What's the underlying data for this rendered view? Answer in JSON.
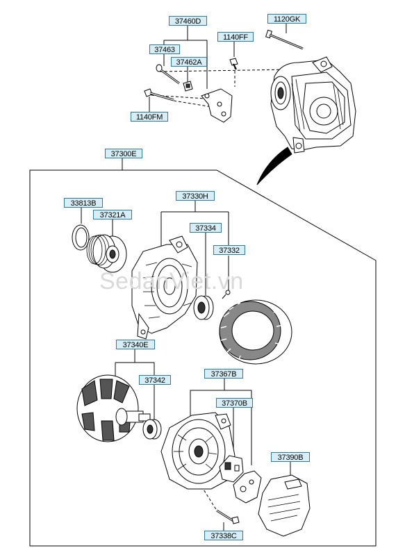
{
  "watermark": "SedanViet.vn",
  "labels": {
    "l_37460D": "37460D",
    "l_1120GK": "1120GK",
    "l_1140FF": "1140FF",
    "l_37463": "37463",
    "l_37462A": "37462A",
    "l_1140FM": "1140FM",
    "l_37300E": "37300E",
    "l_33813B": "33813B",
    "l_37321A": "37321A",
    "l_37330H": "37330H",
    "l_37334": "37334",
    "l_37332": "37332",
    "l_37340E": "37340E",
    "l_37342": "37342",
    "l_37367B": "37367B",
    "l_37370B": "37370B",
    "l_37390B": "37390B",
    "l_37338C": "37338C"
  },
  "colors": {
    "label_bg": "#d7eef6",
    "label_border": "#2d7aa0",
    "line": "#000000"
  }
}
